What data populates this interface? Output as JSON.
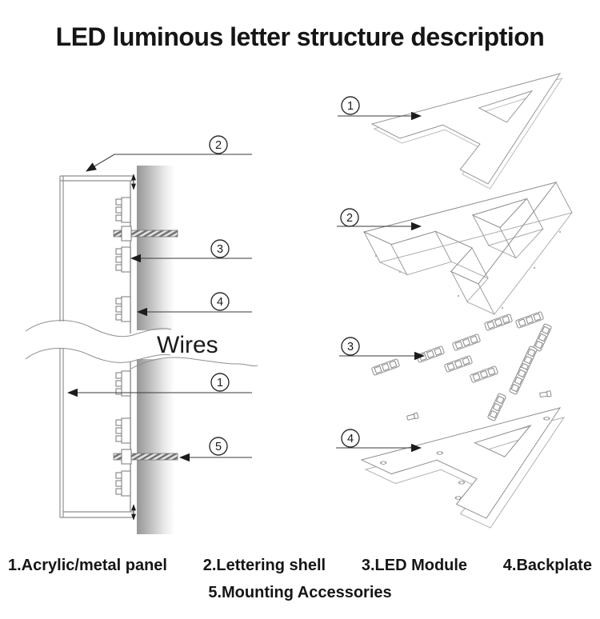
{
  "title": "LED luminous letter structure description",
  "diagram": {
    "wires_label": "Wires",
    "left_callouts": [
      {
        "number": "2"
      },
      {
        "number": "3"
      },
      {
        "number": "4"
      },
      {
        "number": "1"
      },
      {
        "number": "5"
      }
    ],
    "right_callouts": [
      {
        "number": "1"
      },
      {
        "number": "2"
      },
      {
        "number": "3"
      },
      {
        "number": "4"
      }
    ]
  },
  "legend": {
    "items": [
      "1.Acrylic/metal panel",
      "2.Lettering shell",
      "3.LED Module",
      "4.Backplate"
    ],
    "line2": "5.Mounting Accessories"
  },
  "colors": {
    "line": "#8f8f8f",
    "callout": "#2e2e2e",
    "text": "#151515",
    "wall": "#9a9a9a"
  }
}
